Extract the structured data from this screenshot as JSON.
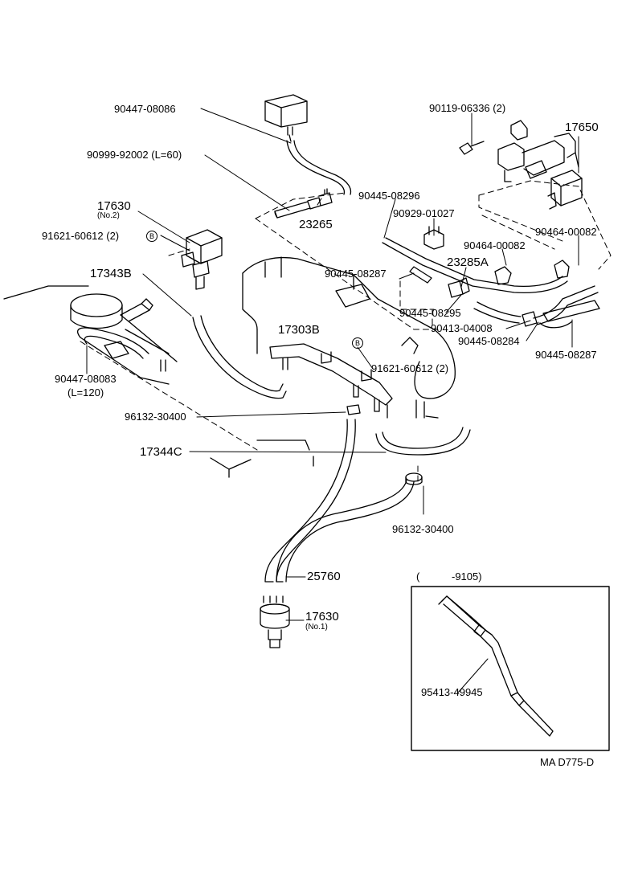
{
  "parts": {
    "p_90447_08086": "90447-08086",
    "p_90999_92002": "90999-92002 (L=60)",
    "p_23265": "23265",
    "p_17630_no2": "17630",
    "p_17630_no2_sub": "(No.2)",
    "p_91621_60612_left": "91621-60612 (2)",
    "p_17343b": "17343B",
    "p_90447_08083": "90447-08083",
    "p_90447_08083_sub": "(L=120)",
    "p_17303b": "17303B",
    "p_96132_30400_left": "96132-30400",
    "p_17344c": "17344C",
    "p_96132_30400_right": "96132-30400",
    "p_25760": "25760",
    "p_17630_no1": "17630",
    "p_17630_no1_sub": "(No.1)",
    "p_90119_06336": "90119-06336 (2)",
    "p_17650": "17650",
    "p_90445_08296": "90445-08296",
    "p_90929_01027": "90929-01027",
    "p_90464_00082_a": "90464-00082",
    "p_90464_00082_b": "90464-00082",
    "p_23285a": "23285A",
    "p_90445_08287_left": "90445-08287",
    "p_90445_08295": "90445-08295",
    "p_90413_04008": "90413-04008",
    "p_90445_08284": "90445-08284",
    "p_90445_08287_right": "90445-08287",
    "p_91621_60612_right": "91621-60612 (2)",
    "p_95413_49945": "95413-49945"
  },
  "callout_marker": "B",
  "inset": {
    "label_open": "(",
    "label_range": "-9105)"
  },
  "diagram_code": "MA D775-D",
  "colors": {
    "ink": "#000000",
    "paper": "#ffffff"
  }
}
